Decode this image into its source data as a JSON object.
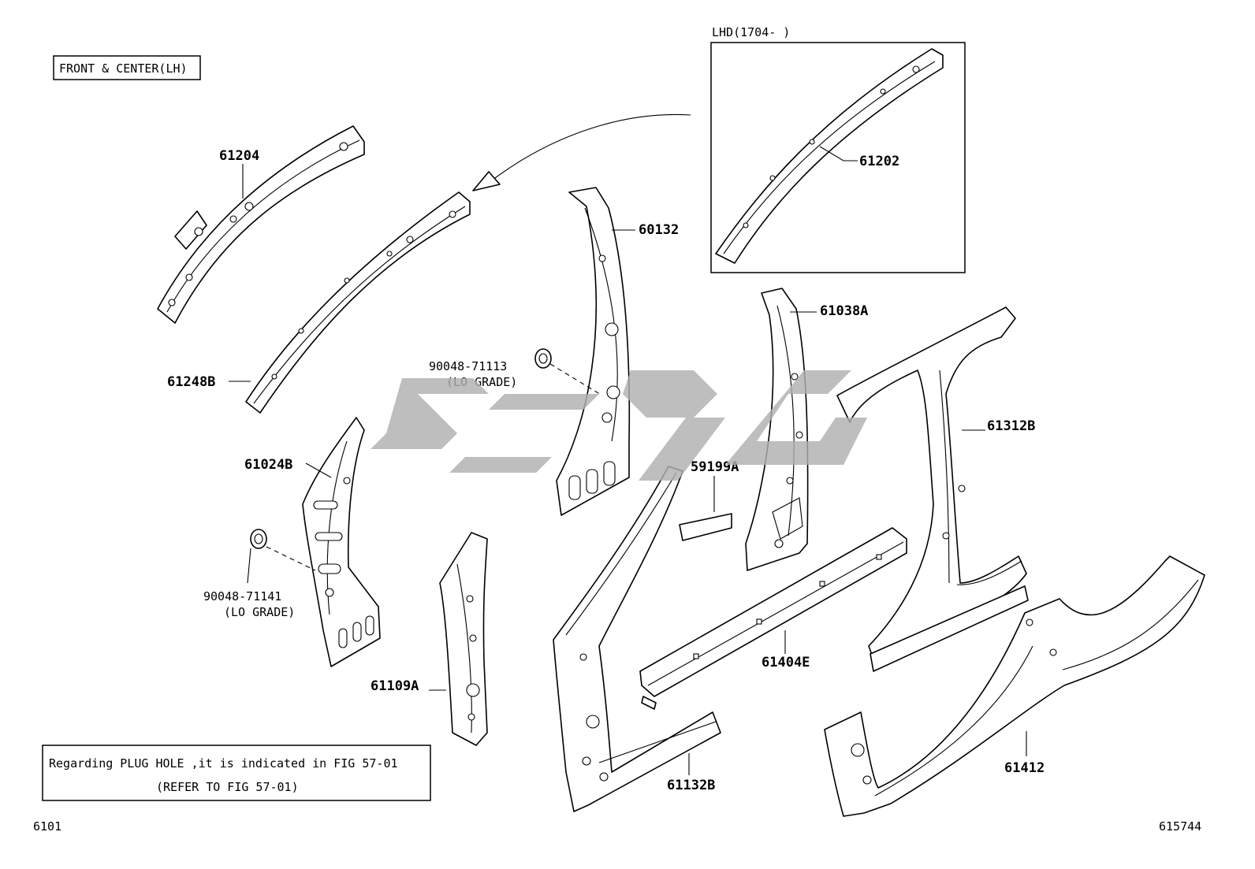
{
  "header": {
    "section_label": "FRONT & CENTER(LH)"
  },
  "inset": {
    "title": "LHD(1704-      )"
  },
  "note": {
    "line1": "Regarding PLUG HOLE ,it is indicated in FIG 57-01",
    "line2": "(REFER TO FIG 57-01)"
  },
  "footer": {
    "page_code": "6101",
    "figure_code": "615744"
  },
  "parts": {
    "p61204": "61204",
    "p61202": "61202",
    "p61248B": "61248B",
    "p60132": "60132",
    "p90048_71113": "90048-71113",
    "p90048_71113_note": "(LO GRADE)",
    "p61038A": "61038A",
    "p61312B": "61312B",
    "p61024B": "61024B",
    "p59199A": "59199A",
    "p90048_71141": "90048-71141",
    "p90048_71141_note": "(LO GRADE)",
    "p61404E": "61404E",
    "p61109A": "61109A",
    "p61132B": "61132B",
    "p61412": "61412"
  },
  "colors": {
    "line": "#000000",
    "background": "#ffffff",
    "watermark": "#b0b0b0"
  }
}
